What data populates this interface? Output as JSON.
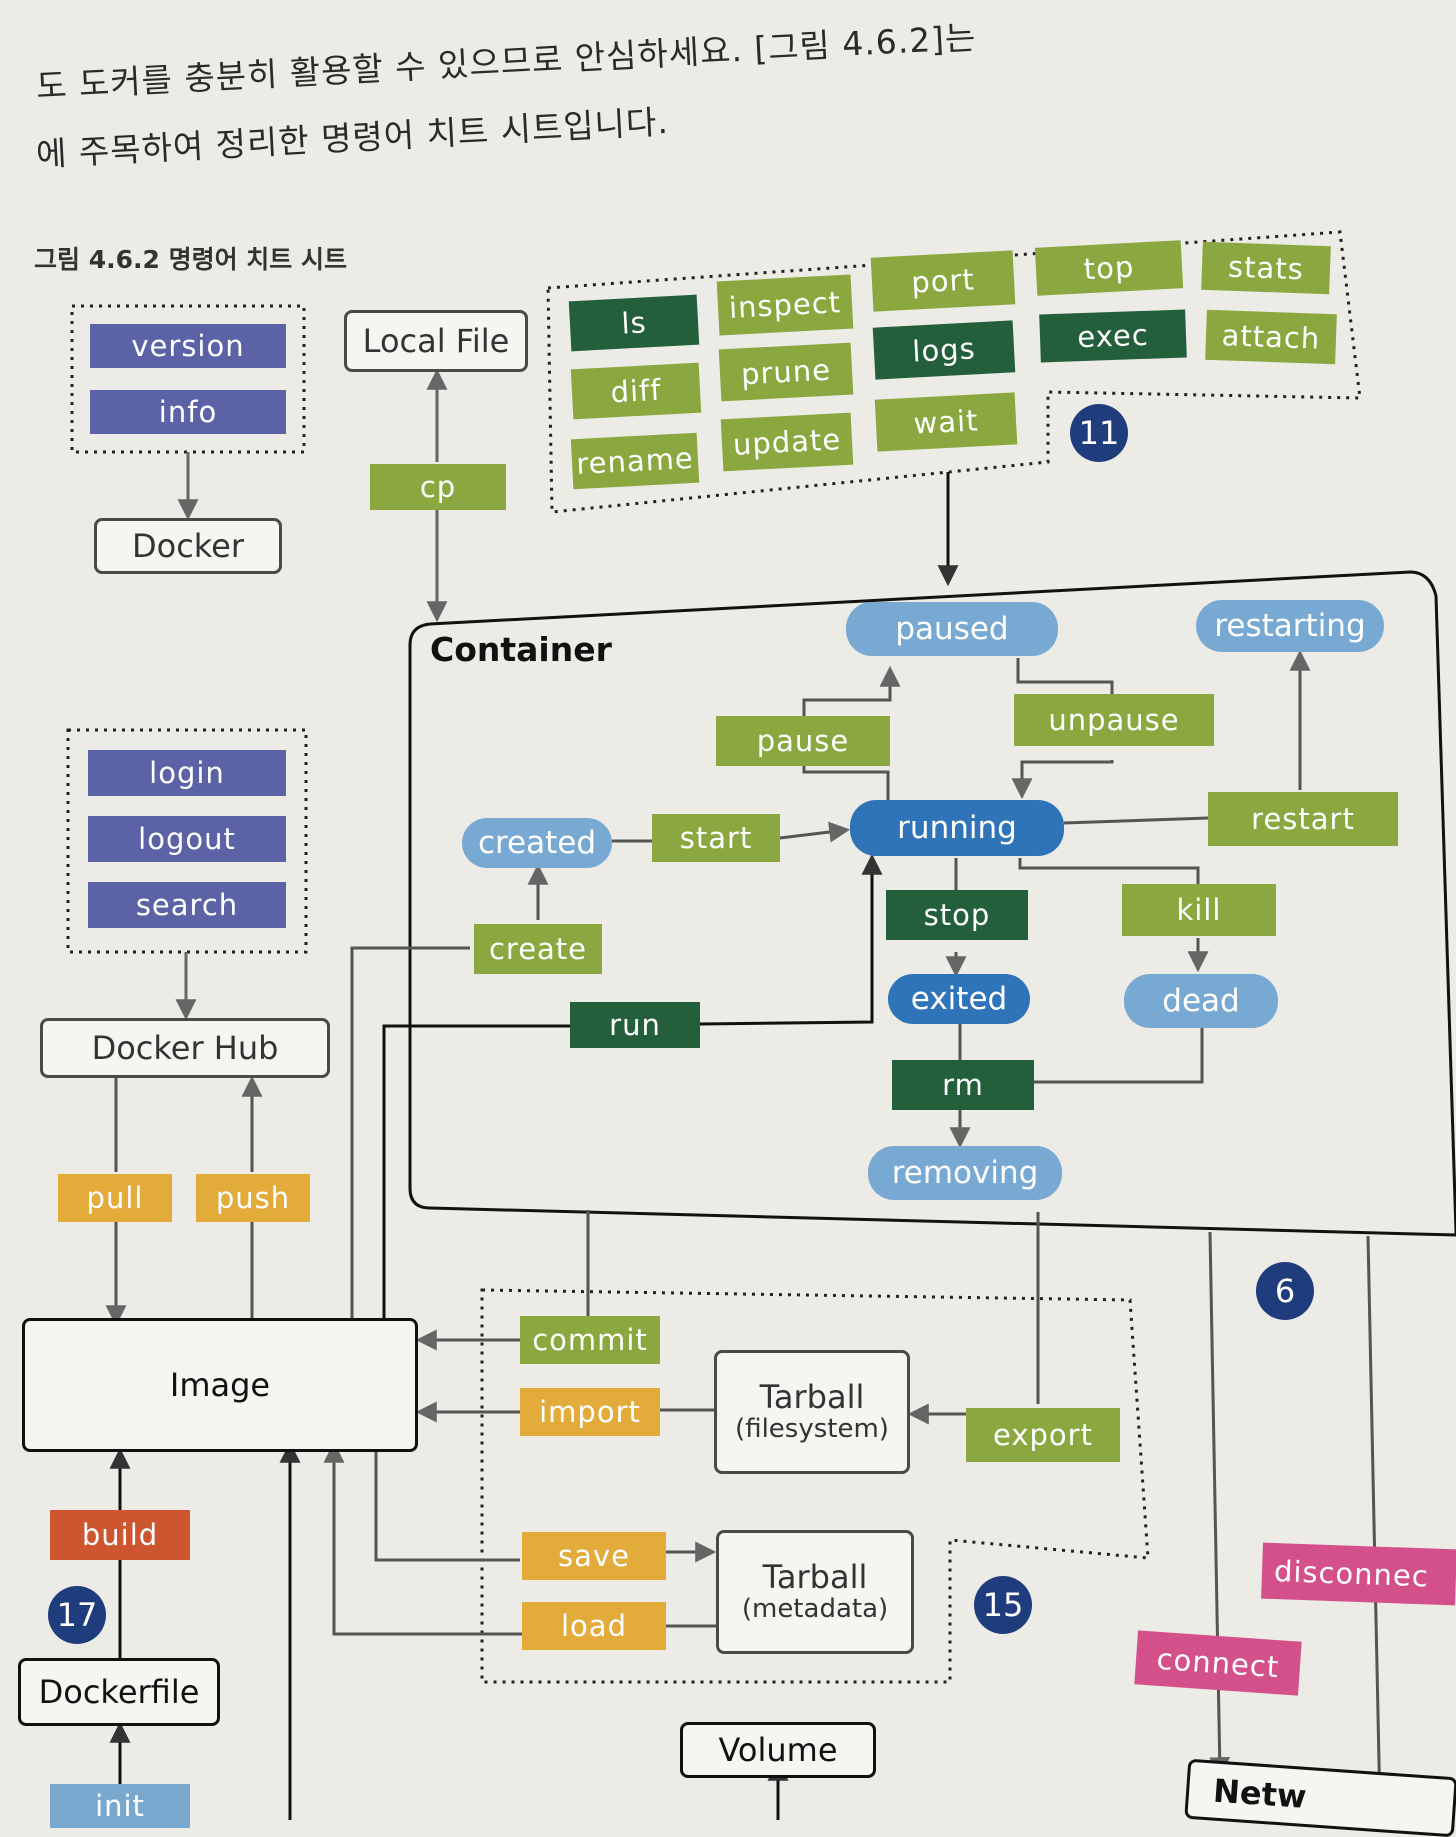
{
  "page": {
    "line1": "도 도커를 충분히 활용할 수 있으므로 안심하세요. [그림 4.6.2]는 ",
    "line2": "에 주목하여 정리한 명령어 치트 시트입니다."
  },
  "figure": {
    "caption": "그림 4.6.2 명령어 치트 시트"
  },
  "nodes": {
    "docker": "Docker",
    "local_file": "Local File",
    "docker_hub": "Docker Hub",
    "image": "Image",
    "dockerfile": "Dockerfile",
    "volume": "Volume",
    "network": "Netw",
    "container": "Container",
    "tarball_fs": "Tarball",
    "tarball_fs_sub": "(filesystem)",
    "tarball_meta": "Tarball",
    "tarball_meta_sub": "(metadata)"
  },
  "states": {
    "paused": "paused",
    "restarting": "restarting",
    "created": "created",
    "running": "running",
    "exited": "exited",
    "dead": "dead",
    "removing": "removing"
  },
  "commands": {
    "version": "version",
    "info": "info",
    "login": "login",
    "logout": "logout",
    "search": "search",
    "cp": "cp",
    "ls": "ls",
    "inspect": "inspect",
    "port": "port",
    "top": "top",
    "stats": "stats",
    "diff": "diff",
    "prune": "prune",
    "logs": "logs",
    "exec": "exec",
    "attach": "attach",
    "rename": "rename",
    "update": "update",
    "wait": "wait",
    "pause": "pause",
    "unpause": "unpause",
    "start": "start",
    "restart": "restart",
    "stop": "stop",
    "kill": "kill",
    "rm": "rm",
    "create": "create",
    "run": "run",
    "pull": "pull",
    "push": "push",
    "commit": "commit",
    "import": "import",
    "export": "export",
    "save": "save",
    "load": "load",
    "build": "build",
    "init": "init",
    "connect": "connect",
    "disconnect": "disconnec"
  },
  "badges": {
    "b11": "11",
    "b6": "6",
    "b15": "15",
    "b17": "17"
  },
  "colors": {
    "meta_blue": "#5b63a6",
    "light_green": "#8aa83f",
    "dark_green": "#245f3b",
    "yellow": "#e2ab3a",
    "red": "#cd5631",
    "pink": "#d4508a",
    "state_light": "#78a9d3",
    "state_dark": "#2f74b9",
    "badge": "#1f3c7c"
  }
}
